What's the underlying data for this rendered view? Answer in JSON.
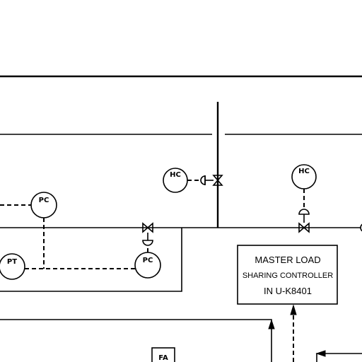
{
  "instruments": {
    "hc_left": "HC",
    "hc_right": "HC",
    "pc_upper": "PC",
    "pc_lower": "PC",
    "pt": "PT",
    "fa": "FA"
  },
  "controller_box": {
    "line1": "MASTER LOAD",
    "line2": "SHARING CONTROLLER",
    "line3": "IN U-K8401"
  }
}
